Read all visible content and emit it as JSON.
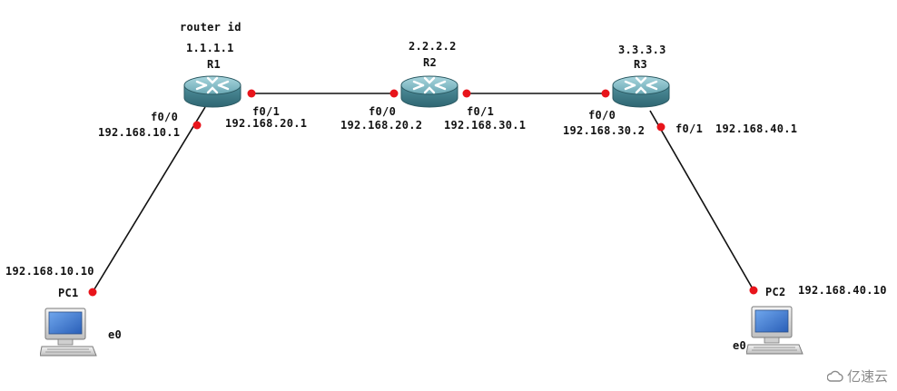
{
  "annotations": {
    "router_id_caption": "router id"
  },
  "routers": {
    "r1": {
      "name": "R1",
      "router_id": "1.1.1.1"
    },
    "r2": {
      "name": "R2",
      "router_id": "2.2.2.2"
    },
    "r3": {
      "name": "R3",
      "router_id": "3.3.3.3"
    }
  },
  "pcs": {
    "pc1": {
      "name": "PC1",
      "ip": "192.168.10.10",
      "iface": "e0"
    },
    "pc2": {
      "name": "PC2",
      "ip": "192.168.40.10",
      "iface": "e0"
    }
  },
  "interfaces": {
    "r1_f00": {
      "name": "f0/0",
      "ip": "192.168.10.1"
    },
    "r1_f01": {
      "name": "f0/1",
      "ip": "192.168.20.1"
    },
    "r2_f00": {
      "name": "f0/0",
      "ip": "192.168.20.2"
    },
    "r2_f01": {
      "name": "f0/1",
      "ip": "192.168.30.1"
    },
    "r3_f00": {
      "name": "f0/0",
      "ip": "192.168.30.2"
    },
    "r3_f01": {
      "name": "f0/1",
      "ip": "192.168.40.1"
    }
  },
  "watermark": {
    "text": "亿速云"
  },
  "colors": {
    "link": "#111111",
    "port_dot": "#e8141b",
    "router_body": "#4f8f9c",
    "router_top": "#8fc3cc",
    "pc_screen": "#3a7bd5"
  }
}
